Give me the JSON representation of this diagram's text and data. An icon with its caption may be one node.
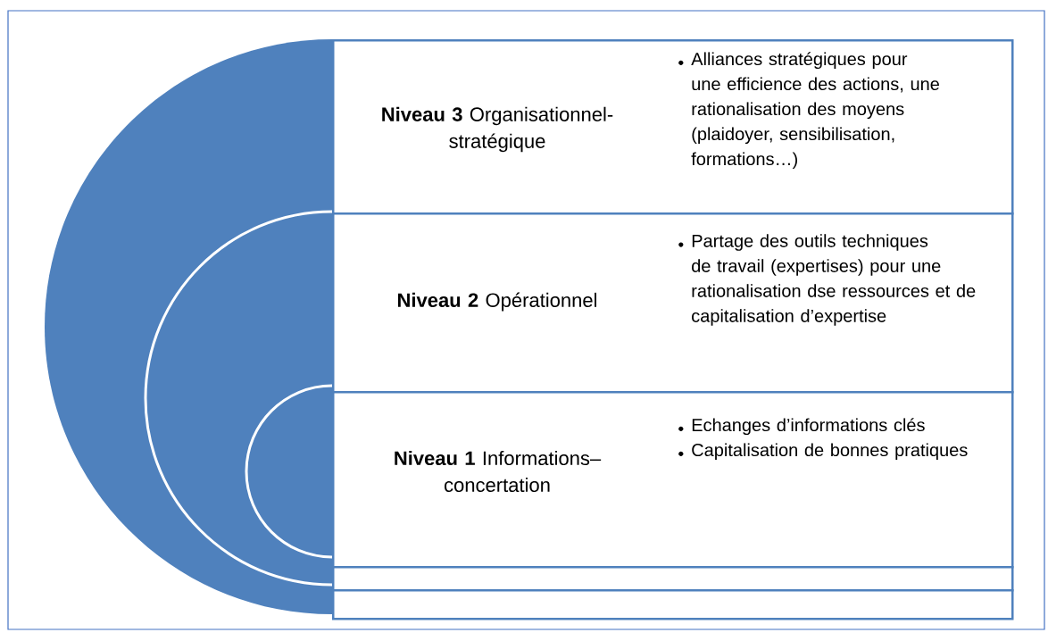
{
  "diagram": {
    "nodes": [
      {
        "text": [
          "**Niveau 3** Organisationnel-stratégique",
          "Alliances stratégiques pour une efficience des actions, une rationalisation des moyens (plaidoyer, sensibilisation, formations…)"
        ]
      },
      {
        "text": [
          "**Niveau 2** Opérationnel",
          "Partage des outils techniques de travail (expertises) pour une rationalisation dse ressources et de capitalisation d’expertise"
        ]
      },
      {
        "text": [
          "**Niveau 1** Informations–concertation",
          "Echanges d’informations clés",
          "Capitalisation de bonnes pratiques"
        ]
      },
      {
        "text": [],
        "shape": "box"
      },
      {
        "text": [],
        "shape": "box"
      }
    ]
  }
}
